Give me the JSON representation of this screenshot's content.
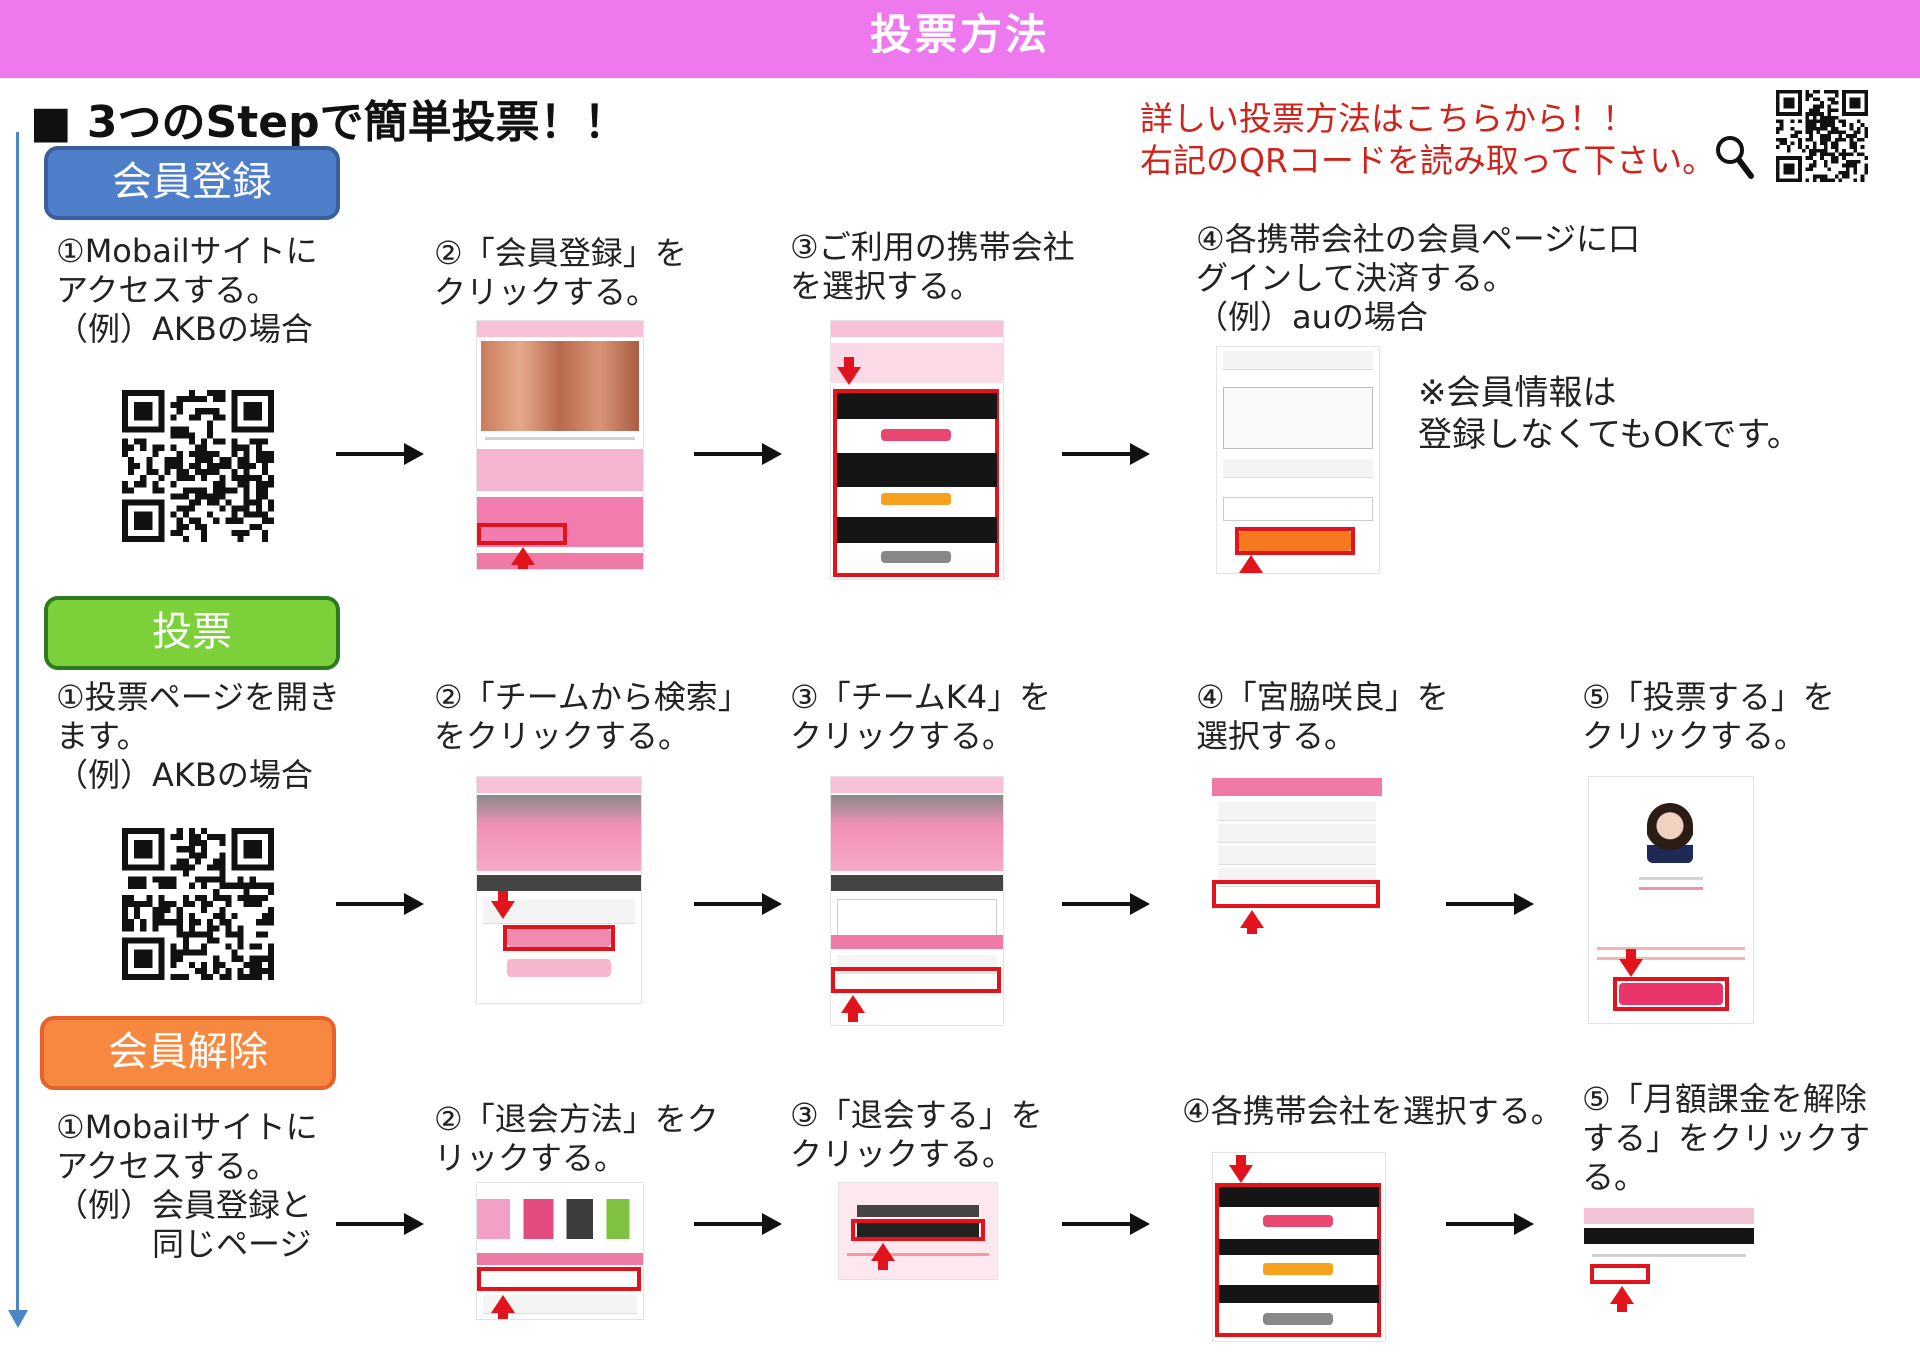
{
  "header": {
    "title": "投票方法",
    "headline": "■ 3つのStepで簡単投票！！"
  },
  "info": {
    "line1": "詳しい投票方法はこちらから！！",
    "line2": "右記のQRコードを読み取って下さい。"
  },
  "icons": {
    "search": "magnifier-icon",
    "step_arrow": "right-arrow-icon",
    "tap_marker": "red-arrow-icon",
    "qr": "qr-code-icon"
  },
  "colors": {
    "banner": "#ee78ee",
    "registration": "#4f7fcb",
    "vote": "#7cd13a",
    "cancel": "#f7883f",
    "highlight": "#e1141d",
    "notice_text": "#d0231b"
  },
  "sections": {
    "registration": {
      "label": "会員登録",
      "steps": [
        "①Mobailサイトに\nアクセスする。\n（例）AKBの場合",
        "②「会員登録」を\nクリックする。",
        "③ご利用の携帯会社\nを選択する。",
        "④各携帯会社の会員ページに口\nグインして決済する。\n（例）auの場合"
      ],
      "note": "※会員情報は\n登録しなくてもOKです。"
    },
    "vote": {
      "label": "投票",
      "steps": [
        "①投票ページを開き\nます。\n（例）AKBの場合",
        "②「チームから検索」\nをクリックする。",
        "③「チームK4」を\nクリックする。",
        "④「宮脇咲良」を\n選択する。",
        "⑤「投票する」を\nクリックする。"
      ]
    },
    "cancel": {
      "label": "会員解除",
      "steps": [
        "①Mobailサイトに\nアクセスする。\n（例）会員登録と\n　　　同じページ",
        "②「退会方法」をク\nリックする。",
        "③「退会する」を\nクリックする。",
        "④各携帯会社を選択する。",
        "⑤「月額課金を解除\nする」をクリックす\nる。"
      ]
    }
  }
}
